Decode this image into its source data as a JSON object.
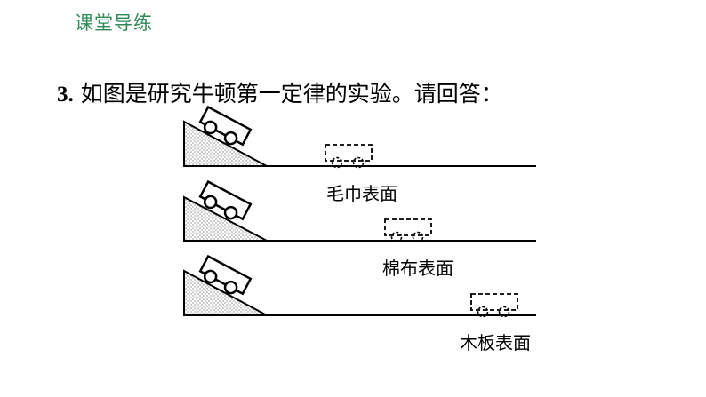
{
  "header": {
    "title": "课堂导练"
  },
  "question": {
    "number": "3",
    "separator": ".",
    "text": "如图是研究牛顿第一定律的实验。请回答："
  },
  "experiments": [
    {
      "surface_label": "毛巾表面"
    },
    {
      "surface_label": "棉布表面"
    },
    {
      "surface_label": "木板表面"
    }
  ]
}
